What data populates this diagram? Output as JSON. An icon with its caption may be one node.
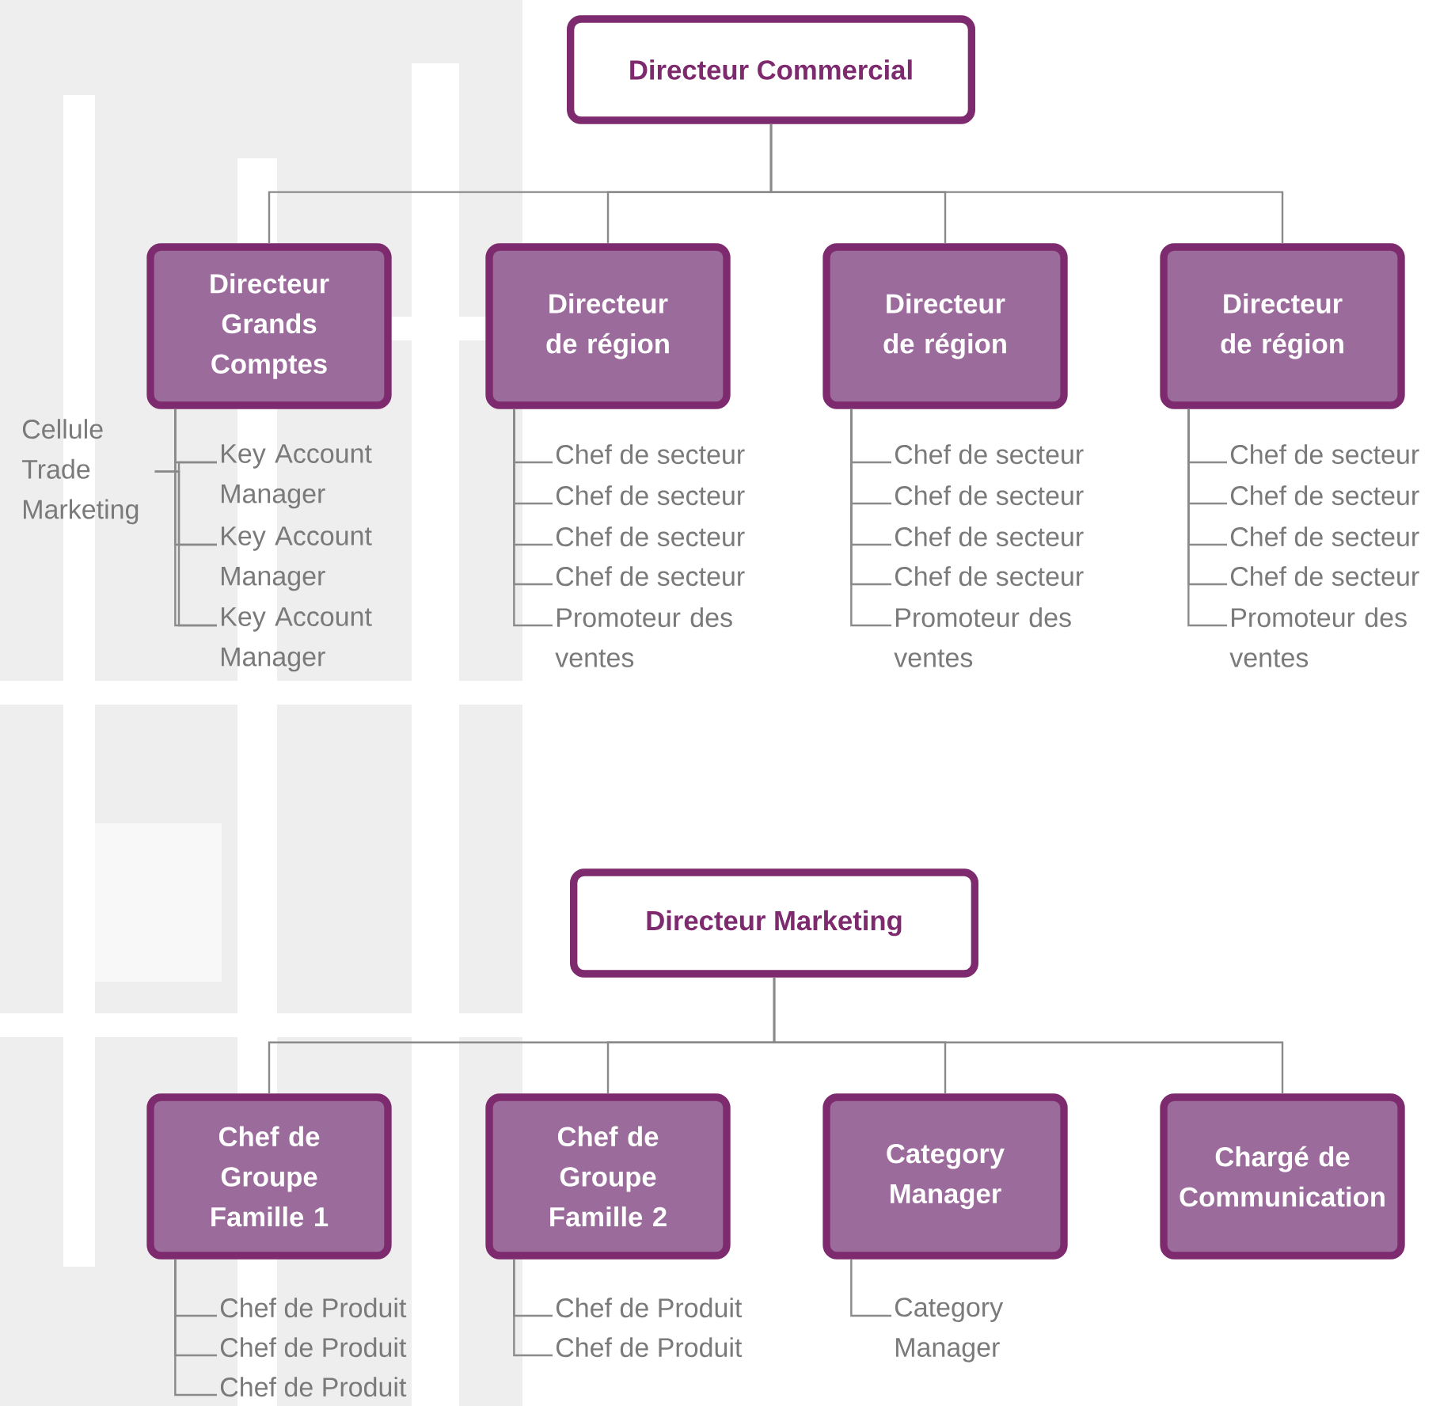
{
  "diagram": {
    "nodes": [
      {
        "text": [
          "Directeur Commercial"
        ]
      },
      {
        "text": [
          "Directeur Grands Comptes"
        ]
      },
      {
        "text": [
          "Directeur de région"
        ]
      },
      {
        "text": [
          "Directeur de région"
        ]
      },
      {
        "text": [
          "Directeur de région"
        ]
      },
      {
        "text": [
          "Cellule Trade Marketing"
        ]
      },
      {
        "text": [
          "Key Account Manager"
        ]
      },
      {
        "text": [
          "Key Account Manager"
        ]
      },
      {
        "text": [
          "Key Account Manager"
        ]
      },
      {
        "text": [
          "Chef de secteur"
        ]
      },
      {
        "text": [
          "Chef de secteur"
        ]
      },
      {
        "text": [
          "Chef de secteur"
        ]
      },
      {
        "text": [
          "Chef de secteur"
        ]
      },
      {
        "text": [
          "Promoteur des ventes"
        ]
      },
      {
        "text": [
          "Chef de secteur"
        ]
      },
      {
        "text": [
          "Chef de secteur"
        ]
      },
      {
        "text": [
          "Chef de secteur"
        ]
      },
      {
        "text": [
          "Chef de secteur"
        ]
      },
      {
        "text": [
          "Promoteur des ventes"
        ]
      },
      {
        "text": [
          "Chef de secteur"
        ]
      },
      {
        "text": [
          "Chef de secteur"
        ]
      },
      {
        "text": [
          "Chef de secteur"
        ]
      },
      {
        "text": [
          "Chef de secteur"
        ]
      },
      {
        "text": [
          "Promoteur des ventes"
        ]
      },
      {
        "text": [
          "Directeur Marketing"
        ]
      },
      {
        "text": [
          "Chef de Groupe Famille 1"
        ]
      },
      {
        "text": [
          "Chef de Groupe Famille 2"
        ]
      },
      {
        "text": [
          "Category Manager"
        ]
      },
      {
        "text": [
          "Chargé de Communication"
        ]
      },
      {
        "text": [
          "Chef de Produit"
        ]
      },
      {
        "text": [
          "Chef de Produit"
        ]
      },
      {
        "text": [
          "Chef de Produit"
        ]
      },
      {
        "text": [
          "Chef de Produit"
        ]
      },
      {
        "text": [
          "Chef de Produit"
        ]
      },
      {
        "text": [
          "Category Manager"
        ]
      }
    ],
    "edges": [
      {
        "from": 0,
        "to": 1,
        "arrow": "none"
      },
      {
        "from": 0,
        "to": 2,
        "arrow": "none"
      },
      {
        "from": 0,
        "to": 3,
        "arrow": "none"
      },
      {
        "from": 0,
        "to": 4,
        "arrow": "none"
      },
      {
        "from": 1,
        "to": 6,
        "arrow": "none"
      },
      {
        "from": 1,
        "to": 7,
        "arrow": "none"
      },
      {
        "from": 1,
        "to": 8,
        "arrow": "none"
      },
      {
        "from": 5,
        "to": 6,
        "arrow": "none"
      },
      {
        "from": 5,
        "to": 7,
        "arrow": "none"
      },
      {
        "from": 5,
        "to": 8,
        "arrow": "none"
      },
      {
        "from": 2,
        "to": 9,
        "arrow": "none"
      },
      {
        "from": 2,
        "to": 10,
        "arrow": "none"
      },
      {
        "from": 2,
        "to": 11,
        "arrow": "none"
      },
      {
        "from": 2,
        "to": 12,
        "arrow": "none"
      },
      {
        "from": 2,
        "to": 13,
        "arrow": "none"
      },
      {
        "from": 3,
        "to": 14,
        "arrow": "none"
      },
      {
        "from": 3,
        "to": 15,
        "arrow": "none"
      },
      {
        "from": 3,
        "to": 16,
        "arrow": "none"
      },
      {
        "from": 3,
        "to": 17,
        "arrow": "none"
      },
      {
        "from": 3,
        "to": 18,
        "arrow": "none"
      },
      {
        "from": 4,
        "to": 19,
        "arrow": "none"
      },
      {
        "from": 4,
        "to": 20,
        "arrow": "none"
      },
      {
        "from": 4,
        "to": 21,
        "arrow": "none"
      },
      {
        "from": 4,
        "to": 22,
        "arrow": "none"
      },
      {
        "from": 4,
        "to": 23,
        "arrow": "none"
      },
      {
        "from": 24,
        "to": 25,
        "arrow": "none"
      },
      {
        "from": 24,
        "to": 26,
        "arrow": "none"
      },
      {
        "from": 24,
        "to": 27,
        "arrow": "none"
      },
      {
        "from": 24,
        "to": 28,
        "arrow": "none"
      },
      {
        "from": 25,
        "to": 29,
        "arrow": "none"
      },
      {
        "from": 25,
        "to": 30,
        "arrow": "none"
      },
      {
        "from": 25,
        "to": 31,
        "arrow": "none"
      },
      {
        "from": 26,
        "to": 32,
        "arrow": "none"
      },
      {
        "from": 26,
        "to": 33,
        "arrow": "none"
      },
      {
        "from": 27,
        "to": 34,
        "arrow": "none"
      }
    ]
  }
}
